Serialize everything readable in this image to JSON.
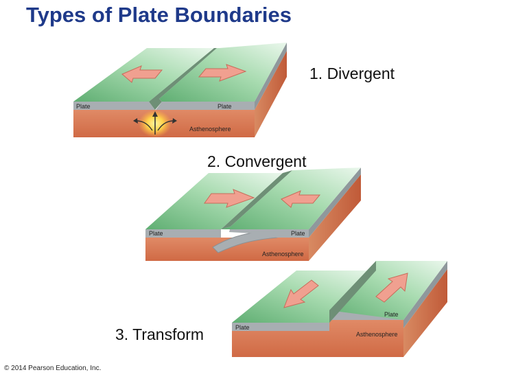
{
  "title": "Types of Plate Boundaries",
  "boundaries": [
    {
      "label": "1. Divergent",
      "plate_left": "Plate",
      "plate_right": "Plate",
      "layer": "Asthenosphere"
    },
    {
      "label": "2. Convergent",
      "plate_left": "Plate",
      "plate_right": "Plate",
      "layer": "Asthenosphere"
    },
    {
      "label": "3. Transform",
      "plate_left": "Plate",
      "plate_right": "Plate",
      "layer": "Asthenosphere"
    }
  ],
  "copyright": "© 2014 Pearson Education, Inc.",
  "colors": {
    "title": "#1f3a8a",
    "plate_top": "#9fd4a6",
    "plate_edge": "#a8aeb2",
    "asthenosphere": "#dd7a56",
    "arrow": "#f0a090"
  }
}
